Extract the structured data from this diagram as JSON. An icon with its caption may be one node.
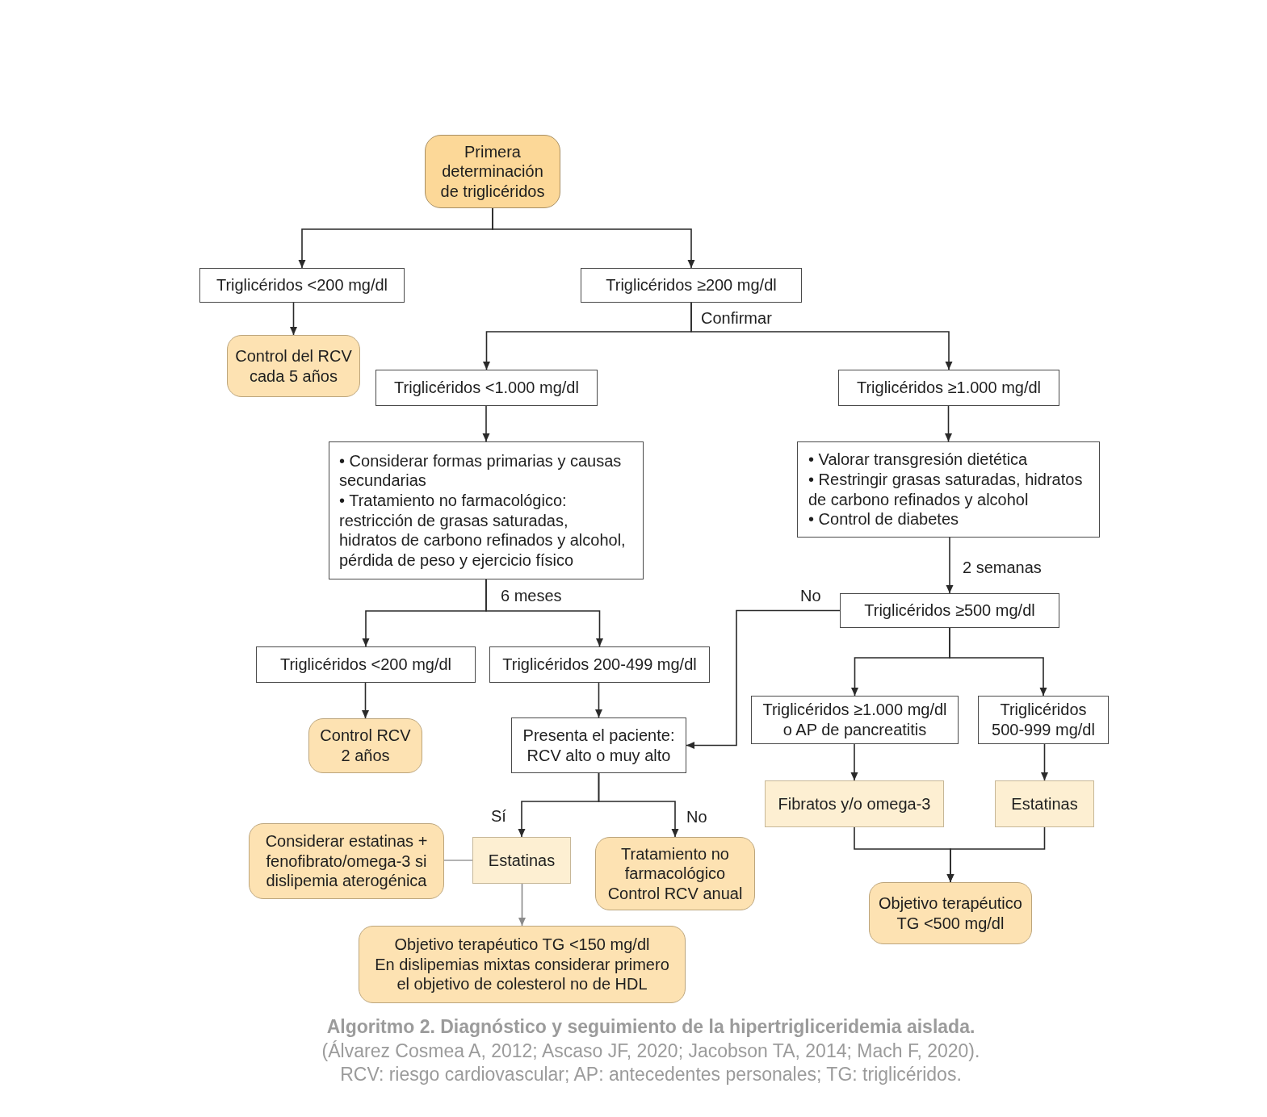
{
  "diagram": {
    "caption": "**Algoritmo 2. Diagnóstico y seguimiento de la hipertrigliceridemia aislada.** (Álvarez Cosmea A, 2012; Ascaso JF, 2020; Jacobson TA, 2014; Mach F, 2020). RCV: riesgo cardiovascular; AP: antecedentes personales; TG: triglicéridos.",
    "nodes": [
      {
        "text": [
          "Primera determinación de triglicéridos"
        ]
      },
      {
        "text": [
          "Triglicéridos <200 mg/dl"
        ]
      },
      {
        "text": [
          "Triglicéridos ≥200 mg/dl"
        ]
      },
      {
        "text": [
          "Control del RCV cada 5 años"
        ]
      },
      {
        "text": [
          "Triglicéridos <1.000 mg/dl"
        ]
      },
      {
        "text": [
          "Triglicéridos ≥1.000 mg/dl"
        ]
      },
      {
        "text": [
          "• Considerar formas primarias y causas secundarias",
          "• Tratamiento no farmacológico: restricción de grasas saturadas, hidratos de carbono refinados y alcohol, pérdida de peso y ejercicio físico"
        ]
      },
      {
        "text": [
          "• Valorar transgresión dietética",
          "• Restringir grasas saturadas, hidratos de carbono refinados y alcohol",
          "• Control de diabetes"
        ]
      },
      {
        "text": [
          "Triglicéridos ≥500 mg/dl"
        ]
      },
      {
        "text": [
          "Triglicéridos <200 mg/dl"
        ]
      },
      {
        "text": [
          "Triglicéridos 200-499 mg/dl"
        ]
      },
      {
        "text": [
          "Triglicéridos ≥1.000 mg/dl o AP de pancreatitis"
        ]
      },
      {
        "text": [
          "Triglicéridos 500-999 mg/dl"
        ]
      },
      {
        "text": [
          "Control RCV 2 años"
        ]
      },
      {
        "text": [
          "Presenta el paciente: RCV alto o muy alto"
        ]
      },
      {
        "text": [
          "Fibratos y/o omega-3"
        ]
      },
      {
        "text": [
          "Estatinas"
        ]
      },
      {
        "text": [
          "Considerar estatinas + fenofibrato/omega-3 si dislipemia aterogénica"
        ]
      },
      {
        "text": [
          "Estatinas"
        ]
      },
      {
        "text": [
          "Tratamiento no farmacológico",
          "Control RCV anual"
        ]
      },
      {
        "text": [
          "Objetivo terapéutico TG <500 mg/dl"
        ]
      },
      {
        "text": [
          "Objetivo terapéutico TG <150 mg/dl",
          "En dislipemias mixtas considerar primero el objetivo de colesterol no de HDL"
        ]
      }
    ],
    "edges": [
      {
        "from": 0,
        "to": 1,
        "arrow": "to"
      },
      {
        "from": 0,
        "to": 2,
        "arrow": "to"
      },
      {
        "from": 1,
        "to": 3,
        "arrow": "to"
      },
      {
        "from": 2,
        "to": 4,
        "arrow": "to",
        "label": "Confirmar"
      },
      {
        "from": 2,
        "to": 5,
        "arrow": "to"
      },
      {
        "from": 4,
        "to": 6,
        "arrow": "to"
      },
      {
        "from": 5,
        "to": 7,
        "arrow": "to"
      },
      {
        "from": 6,
        "to": 9,
        "arrow": "to",
        "label": "6 meses"
      },
      {
        "from": 6,
        "to": 10,
        "arrow": "to"
      },
      {
        "from": 7,
        "to": 8,
        "arrow": "to",
        "label": "2 semanas"
      },
      {
        "from": 8,
        "to": 14,
        "arrow": "to",
        "label": "No"
      },
      {
        "from": 8,
        "to": 11,
        "arrow": "to"
      },
      {
        "from": 8,
        "to": 12,
        "arrow": "to"
      },
      {
        "from": 9,
        "to": 13,
        "arrow": "to"
      },
      {
        "from": 10,
        "to": 14,
        "arrow": "to"
      },
      {
        "from": 11,
        "to": 15,
        "arrow": "to"
      },
      {
        "from": 12,
        "to": 16,
        "arrow": "to"
      },
      {
        "from": 14,
        "to": 18,
        "arrow": "to",
        "label": "Sí"
      },
      {
        "from": 14,
        "to": 19,
        "arrow": "to",
        "label": "No"
      },
      {
        "from": 17,
        "to": 18,
        "arrow": "none",
        "color": "#9a9a9a"
      },
      {
        "from": 18,
        "to": 21,
        "arrow": "to",
        "color": "#8a8a8a"
      },
      {
        "from": 15,
        "to": 20,
        "arrow": "to"
      },
      {
        "from": 16,
        "to": 20,
        "arrow": "to"
      }
    ]
  }
}
